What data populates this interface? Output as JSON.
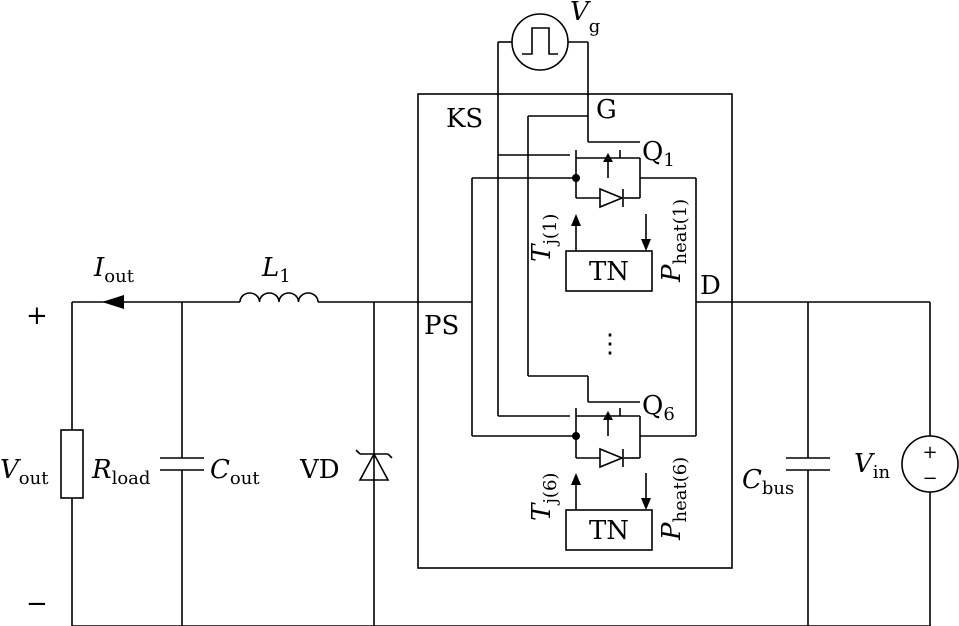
{
  "labels": {
    "vg_main": "V",
    "vg_sub": "g",
    "ks": "KS",
    "g": "G",
    "q1_main": "Q",
    "q1_sub": "1",
    "q6_main": "Q",
    "q6_sub": "6",
    "tj1_main": "T",
    "tj1_sub": "j(1)",
    "pheat1_main": "P",
    "pheat1_sub": "heat(1)",
    "tn1": "TN",
    "tj6_main": "T",
    "tj6_sub": "j(6)",
    "pheat6_main": "P",
    "pheat6_sub": "heat(6)",
    "tn6": "TN",
    "d": "D",
    "ps": "PS",
    "dots": "⋮",
    "iout_main": "I",
    "iout_sub": "out",
    "l1_main": "L",
    "l1_sub": "1",
    "plus": "+",
    "minus": "−",
    "vout_main": "V",
    "vout_sub": "out",
    "rload_main": "R",
    "rload_sub": "load",
    "cout_main": "C",
    "cout_sub": "out",
    "vd": "VD",
    "cbus_main": "C",
    "cbus_sub": "bus",
    "vin_main": "V",
    "vin_sub": "in",
    "src_plus": "+",
    "src_minus": "−"
  }
}
